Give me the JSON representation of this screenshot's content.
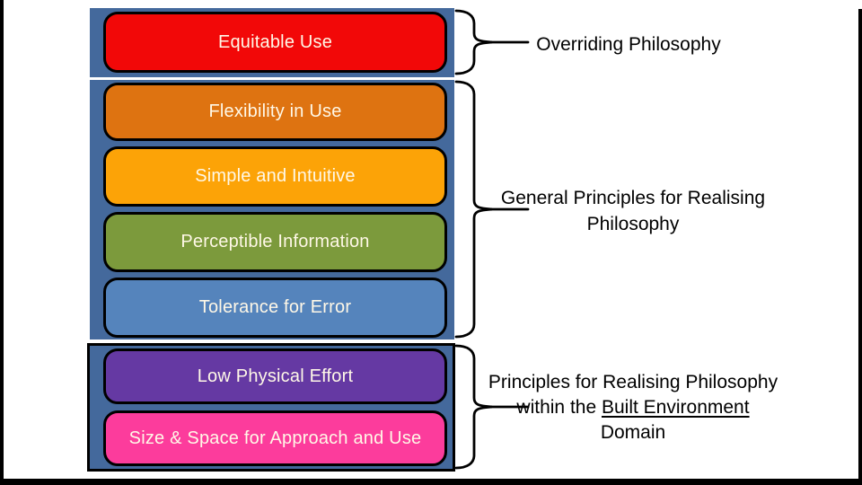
{
  "principles": [
    {
      "label": "Equitable Use",
      "color": "#F20808"
    },
    {
      "label": "Flexibility in Use",
      "color": "#DE7311"
    },
    {
      "label": "Simple and Intuitive",
      "color": "#FCA307"
    },
    {
      "label": "Perceptible Information",
      "color": "#7C9A3C"
    },
    {
      "label": "Tolerance for Error",
      "color": "#5584BC"
    },
    {
      "label": "Low Physical Effort",
      "color": "#6539A3"
    },
    {
      "label": "Size & Space for Approach and Use",
      "color": "#FC3C9C"
    }
  ],
  "groups": [
    {
      "id": "overriding-philosophy",
      "line1": "Overriding Philosophy"
    },
    {
      "id": "general-principles-for-realising-philosophy",
      "line1": "General Principles for Realising",
      "line2": "Philosophy"
    },
    {
      "id": "principles-built-environment-domain",
      "line1": "Principles for Realising Philosophy",
      "line2_prefix": "within the ",
      "line2_underlined": "Built Environment",
      "line3": "Domain"
    }
  ],
  "colors": {
    "band": "#44699C",
    "box_border": "#000000",
    "box_text": "#FFF8E7",
    "label_text": "#000000",
    "background": "#FFFFFF",
    "frame": "#000000"
  }
}
